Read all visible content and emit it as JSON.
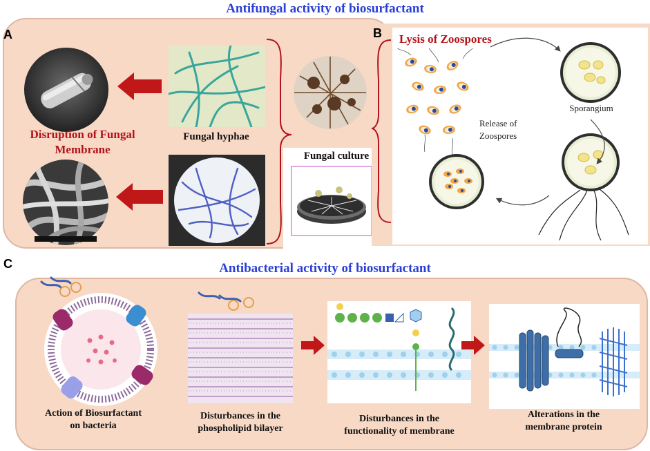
{
  "titles": {
    "top": "Antifungal  activity of biosurfactant",
    "bottom": "Antibacterial  activity  of biosurfactant"
  },
  "panels": {
    "a": "A",
    "b": "B",
    "c": "C"
  },
  "panel_a": {
    "hyphae_label": "Fungal hyphae",
    "disruption_label_line1": "Disruption of Fungal",
    "disruption_label_line2": "Membrane",
    "culture_label": "Fungal culture"
  },
  "panel_b": {
    "lysis_label": "Lysis of Zoospores",
    "sporangium_label": "Sporangium",
    "release_line1": "Release  of",
    "release_line2": "Zoospores"
  },
  "panel_c": {
    "step1_line1": "Action of Biosurfactant",
    "step1_line2": "on bacteria",
    "step2_line1": "Disturbances  in the",
    "step2_line2": "phospholipid  bilayer",
    "step3_line1": "Disturbances  in the",
    "step3_line2": "functionality  of membrane",
    "step4_line1": "Alterations  in the",
    "step4_line2": "membrane protein"
  },
  "colors": {
    "panel_fill": "#f7d9c6",
    "title_blue": "#2a3fd6",
    "accent_red": "#b3121a",
    "arrow_red": "#c01818"
  }
}
